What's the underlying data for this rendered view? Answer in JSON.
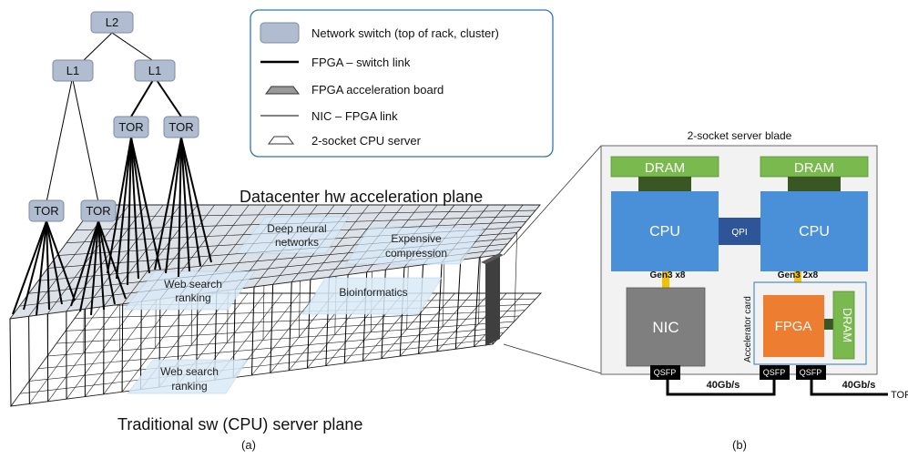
{
  "tree": {
    "l2": "L2",
    "l1_left": "L1",
    "l1_right": "L1",
    "tor": "TOR"
  },
  "legend": {
    "items": [
      "Network switch (top of rack, cluster)",
      "FPGA – switch link",
      "FPGA acceleration board",
      "NIC – FPGA link",
      "2-socket CPU server"
    ]
  },
  "planes": {
    "top_title": "Datacenter hw acceleration plane",
    "bottom_title": "Traditional sw (CPU) server plane",
    "regions_top": [
      [
        "Deep neural",
        "networks"
      ],
      [
        "Expensive",
        "compression"
      ],
      [
        "Web search",
        "ranking"
      ],
      [
        "Bioinformatics"
      ]
    ],
    "region_bottom": [
      "Web search",
      "ranking"
    ]
  },
  "blade": {
    "title": "2-socket server blade",
    "dram_left": "DRAM",
    "dram_right": "DRAM",
    "cpu_left": "CPU",
    "cpu_right": "CPU",
    "qpi": "QPI",
    "gen_left": "Gen3 x8",
    "gen_right": "Gen3 2x8",
    "nic": "NIC",
    "fpga": "FPGA",
    "dram_side": "DRAM",
    "accel_card": "Accelerator card",
    "qsfp_1": "QSFP",
    "qsfp_2": "QSFP",
    "qsfp_3": "QSFP",
    "link_1": "40Gb/s",
    "link_2": "40Gb/s",
    "tor_out": "TOR"
  },
  "captions": {
    "a": "(a)",
    "b": "(b)"
  },
  "colors": {
    "switch_fill": "#b0bccf",
    "switch_stroke": "#7c8aa0",
    "dram": "#79b94e",
    "dram_conn": "#385723",
    "cpu": "#4a90d9",
    "qpi": "#2e5597",
    "nic": "#7f7f7f",
    "fpga": "#ed7d31",
    "gen_link": "#f2c200",
    "highlight": "#d9eaf7"
  }
}
